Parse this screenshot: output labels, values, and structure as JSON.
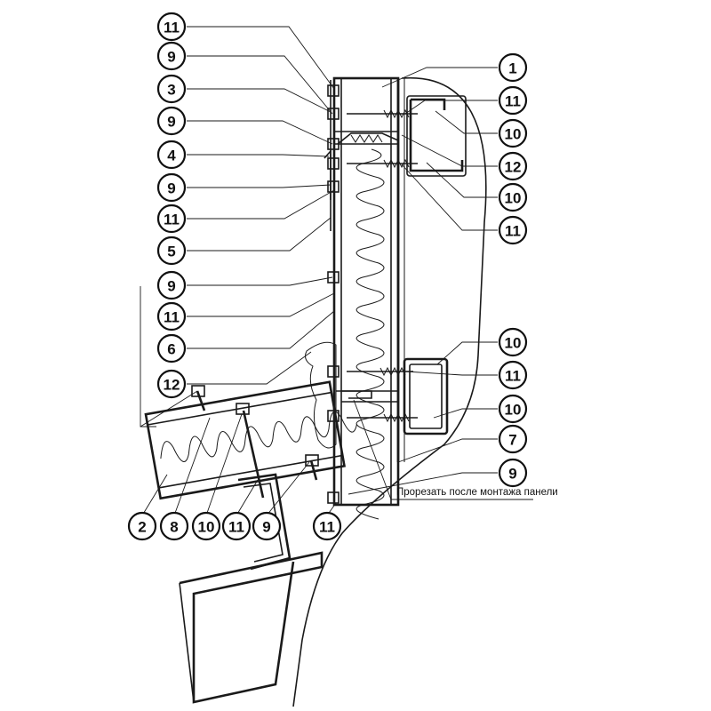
{
  "note": "Прорезать после монтажа панели",
  "callouts": {
    "left_column": [
      "11",
      "9",
      "3",
      "9",
      "4",
      "9",
      "11",
      "5",
      "9",
      "11",
      "6",
      "12"
    ],
    "right_column": [
      "1",
      "11",
      "10",
      "12",
      "10",
      "11",
      "10",
      "11",
      "10",
      "7",
      "9"
    ],
    "bottom_row": [
      "2",
      "8",
      "10",
      "11",
      "9",
      "11"
    ]
  }
}
